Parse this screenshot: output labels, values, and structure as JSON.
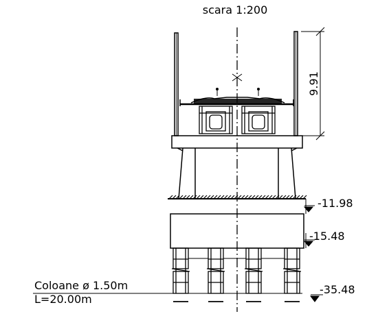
{
  "scale_label": "scara 1:200",
  "dimensions": {
    "height": "9.91"
  },
  "levels": [
    {
      "id": "ground",
      "label": "-11.98"
    },
    {
      "id": "cap-bottom",
      "label": "-15.48"
    },
    {
      "id": "pile-tip",
      "label": "-35.48"
    }
  ],
  "piles": {
    "label_line1": "Coloane ø 1.50m",
    "label_line2": "L=20.00m"
  }
}
